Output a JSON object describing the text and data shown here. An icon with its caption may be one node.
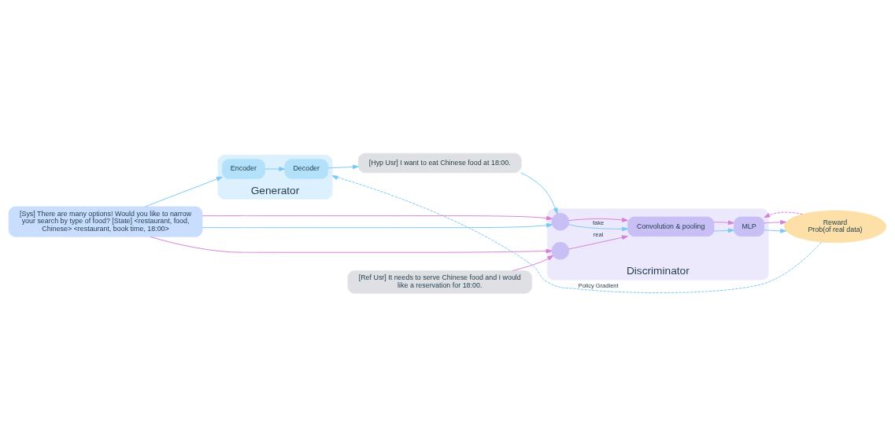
{
  "diagram": {
    "nodes": [
      {
        "text": [
          "Generator"
        ]
      },
      {
        "text": [
          "Decoder"
        ],
        "in": 0
      },
      {
        "text": [
          "Encoder"
        ],
        "in": 0
      },
      {
        "text": [
          "[Hyp Usr] I want to eat Chinese food at 18:00."
        ]
      },
      {
        "text": [
          "Reward",
          "Prob(of real data)"
        ]
      },
      {
        "text": [
          "[Sys] There are many options! Would you like to narrow your search by type of food? [State] <restaurant, food, Chinese> <restaurant, book time, 18:00>"
        ]
      },
      {
        "text": [
          "[Ref Usr] It needs to serve Chinese food and I would like a reservation for 18:00."
        ]
      },
      {
        "text": [
          "Discriminator"
        ]
      },
      {
        "text": [],
        "shape": "circle",
        "in": 7
      },
      {
        "text": [],
        "shape": "circle",
        "in": 7
      },
      {
        "text": [
          "Convolution & pooling"
        ],
        "in": 7
      },
      {
        "text": [
          "MLP"
        ],
        "in": 7
      }
    ],
    "edges": [
      {
        "from": 4,
        "to": 0,
        "arrow": "to",
        "label": "Policy Gradient",
        "style": "dashed"
      },
      {
        "from": 1,
        "to": 3,
        "arrow": "to"
      },
      {
        "from": 2,
        "to": 1,
        "arrow": "to"
      },
      {
        "from": 5,
        "to": 2,
        "arrow": "to"
      },
      {
        "from": 3,
        "to": 8,
        "arrow": "to"
      },
      {
        "from": 5,
        "to": 8,
        "arrow": "to"
      },
      {
        "from": 5,
        "to": 8,
        "arrow": "to",
        "color": "#d67fd6"
      },
      {
        "from": 5,
        "to": 9,
        "arrow": "to",
        "color": "#d67fd6"
      },
      {
        "from": 6,
        "to": 9,
        "arrow": "to",
        "color": "#d67fd6"
      },
      {
        "from": 8,
        "to": 10,
        "arrow": "to",
        "label": "fake"
      },
      {
        "from": 8,
        "to": 10,
        "arrow": "to",
        "color": "#d67fd6"
      },
      {
        "from": 9,
        "to": 10,
        "arrow": "to",
        "label": "real",
        "color": "#d67fd6"
      },
      {
        "from": 10,
        "to": 11,
        "arrow": "to"
      },
      {
        "from": 10,
        "to": 11,
        "arrow": "to",
        "color": "#d67fd6"
      },
      {
        "from": 11,
        "to": 4,
        "arrow": "to"
      },
      {
        "from": 11,
        "to": 4,
        "arrow": "to",
        "color": "#d67fd6"
      },
      {
        "from": 4,
        "to": 11,
        "arrow": "to",
        "style": "dashed",
        "color": "#d67fd6"
      }
    ]
  }
}
